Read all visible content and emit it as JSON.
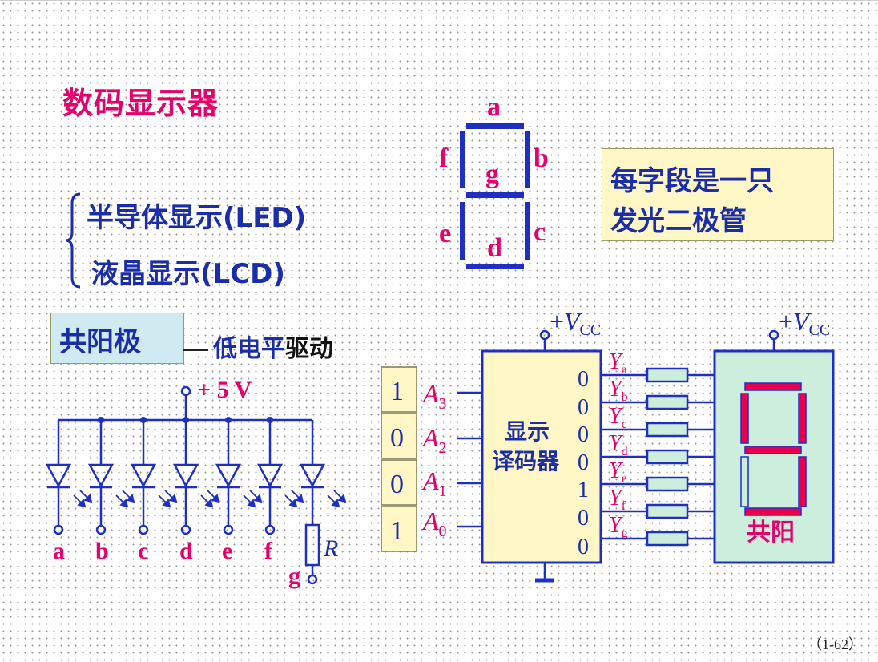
{
  "title": "数码显示器",
  "types": [
    "半导体显示(LED)",
    "液晶显示(LCD)"
  ],
  "note": [
    "每字段是一只",
    "发光二极管"
  ],
  "common_anode_label": "共阳极",
  "drive_blue": "低电平",
  "drive_black": "驱动",
  "supply_5v": "+ 5 V",
  "led_labels": [
    "a",
    "b",
    "c",
    "d",
    "e",
    "f",
    "g"
  ],
  "resistor_label": "R",
  "segment_labels": {
    "a": "a",
    "b": "b",
    "c": "c",
    "d": "d",
    "e": "e",
    "f": "f",
    "g": "g"
  },
  "inputs": [
    {
      "bit": "1",
      "name": "A",
      "sub": "3"
    },
    {
      "bit": "0",
      "name": "A",
      "sub": "2"
    },
    {
      "bit": "0",
      "name": "A",
      "sub": "1"
    },
    {
      "bit": "1",
      "name": "A",
      "sub": "0"
    }
  ],
  "decoder_label": [
    "显示",
    "译码器"
  ],
  "vcc": {
    "sign": "+",
    "name": "V",
    "sub": "CC"
  },
  "outputs": [
    {
      "value": "0",
      "sub": "a"
    },
    {
      "value": "0",
      "sub": "b"
    },
    {
      "value": "0",
      "sub": "c"
    },
    {
      "value": "0",
      "sub": "d"
    },
    {
      "value": "1",
      "sub": "e"
    },
    {
      "value": "0",
      "sub": "f"
    },
    {
      "value": "0",
      "sub": "g"
    }
  ],
  "output_prefix": "Y",
  "display_label": "共阳",
  "page_number": "（1-62）",
  "colors": {
    "magenta": "#e6006b",
    "blue": "#1b2da8",
    "circuit": "#1f2fc4",
    "note_bg": "#fff7c6",
    "anode_bg": "#cfeaf0",
    "display_bg": "#cdeedd",
    "decoder_bg": "#fff7c6",
    "segment_red": "#e8004f"
  }
}
